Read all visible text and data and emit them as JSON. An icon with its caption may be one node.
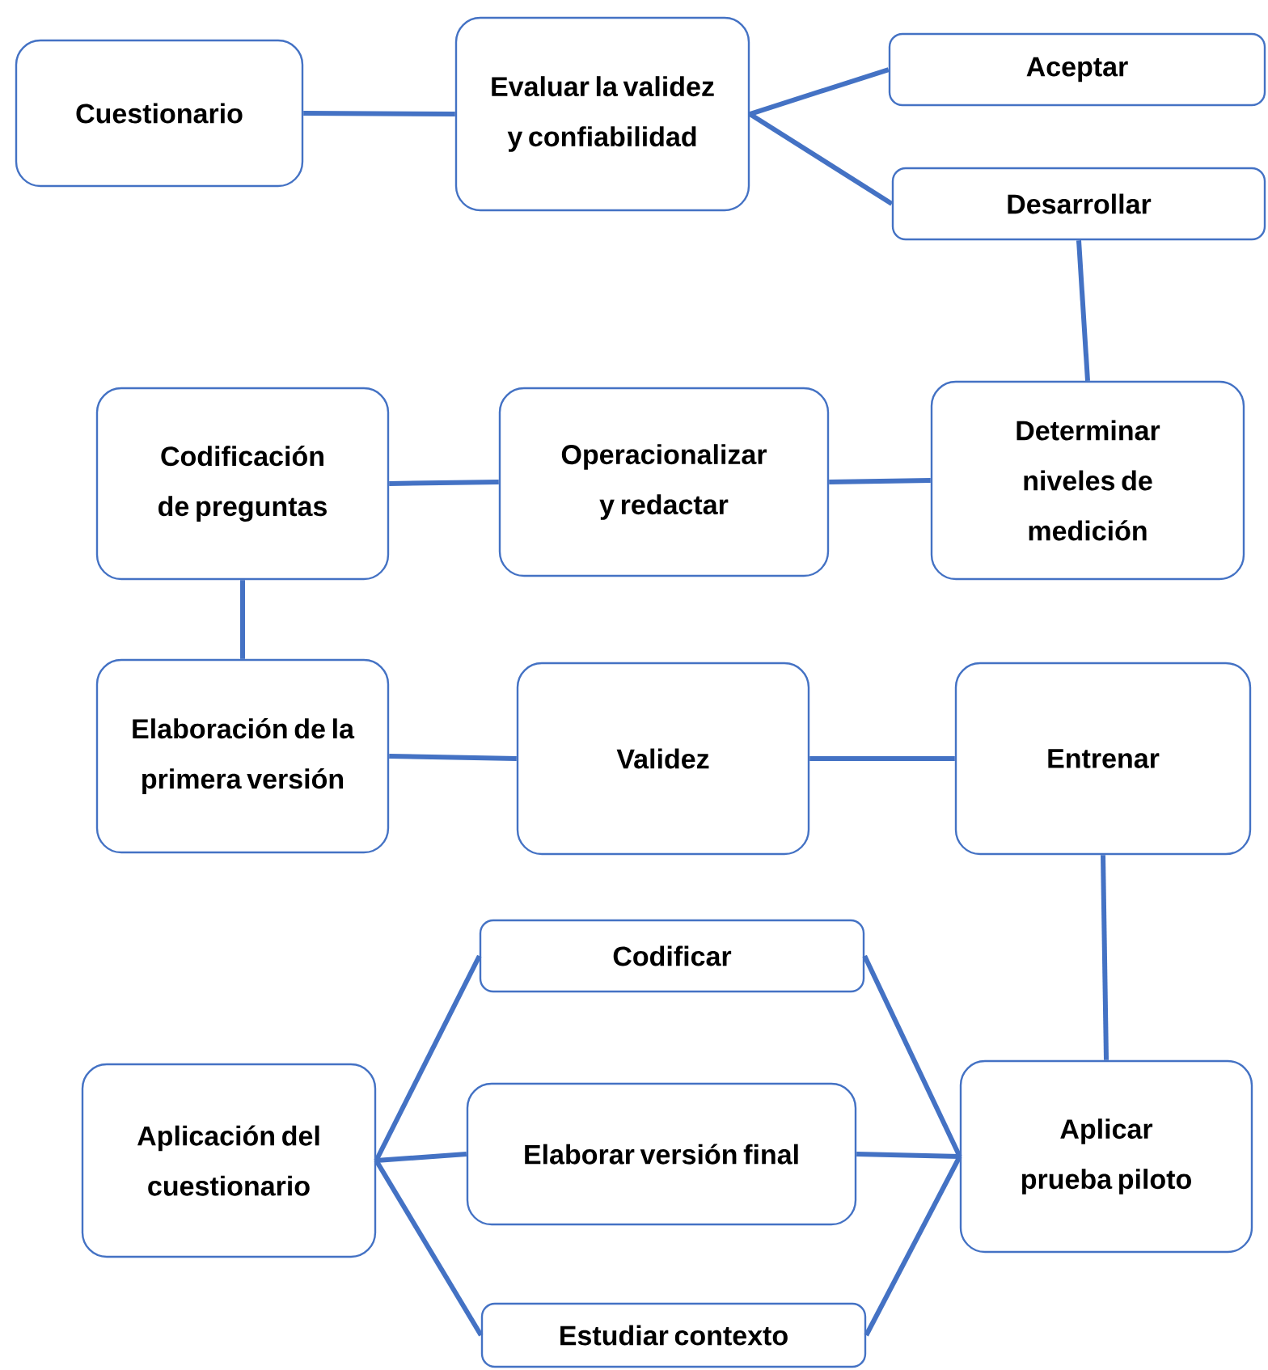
{
  "diagram": {
    "nodes": [
      {
        "text": [
          "Cuestionario"
        ]
      },
      {
        "text": [
          "Evaluar la validez y confiabilidad"
        ]
      },
      {
        "text": [
          "Aceptar"
        ]
      },
      {
        "text": [
          "Desarrollar"
        ]
      },
      {
        "text": [
          "Determinar niveles de medición"
        ]
      },
      {
        "text": [
          "Operacionalizar y redactar"
        ]
      },
      {
        "text": [
          "Codificación de preguntas"
        ]
      },
      {
        "text": [
          "Elaboración de la primera versión"
        ]
      },
      {
        "text": [
          "Validez"
        ]
      },
      {
        "text": [
          "Entrenar"
        ]
      },
      {
        "text": [
          "Aplicar prueba piloto"
        ]
      },
      {
        "text": [
          "Codificar"
        ]
      },
      {
        "text": [
          "Elaborar versión final"
        ]
      },
      {
        "text": [
          "Estudiar contexto"
        ]
      },
      {
        "text": [
          "Aplicación del cuestionario"
        ]
      }
    ],
    "edges": [
      {
        "from": 0,
        "to": 1,
        "arrow": "none"
      },
      {
        "from": 1,
        "to": 2,
        "arrow": "none"
      },
      {
        "from": 1,
        "to": 3,
        "arrow": "none"
      },
      {
        "from": 3,
        "to": 4,
        "arrow": "none"
      },
      {
        "from": 4,
        "to": 5,
        "arrow": "none"
      },
      {
        "from": 5,
        "to": 6,
        "arrow": "none"
      },
      {
        "from": 6,
        "to": 7,
        "arrow": "none"
      },
      {
        "from": 7,
        "to": 8,
        "arrow": "none"
      },
      {
        "from": 8,
        "to": 9,
        "arrow": "none"
      },
      {
        "from": 9,
        "to": 10,
        "arrow": "none"
      },
      {
        "from": 10,
        "to": 11,
        "arrow": "none"
      },
      {
        "from": 10,
        "to": 12,
        "arrow": "none"
      },
      {
        "from": 10,
        "to": 13,
        "arrow": "none"
      },
      {
        "from": 11,
        "to": 14,
        "arrow": "none"
      },
      {
        "from": 12,
        "to": 14,
        "arrow": "none"
      },
      {
        "from": 13,
        "to": 14,
        "arrow": "none"
      }
    ]
  }
}
